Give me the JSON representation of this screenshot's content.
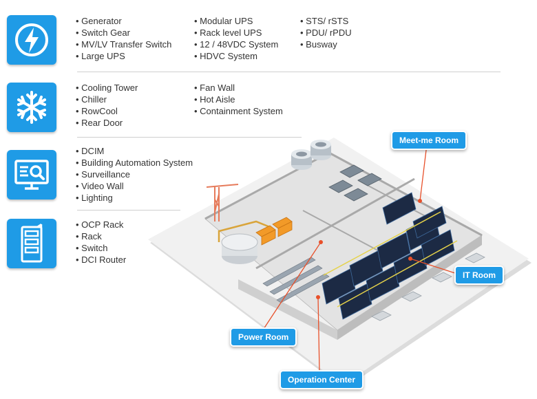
{
  "categories": [
    {
      "icon": "lightning-icon",
      "columns": [
        [
          "Generator",
          "Switch Gear",
          "MV/LV Transfer Switch",
          "Large UPS"
        ],
        [
          "Modular UPS",
          "Rack level UPS",
          "12 / 48VDC System",
          "HDVC System"
        ],
        [
          "STS/ rSTS",
          "PDU/ rPDU",
          "Busway"
        ]
      ]
    },
    {
      "icon": "snowflake-icon",
      "columns": [
        [
          "Cooling Tower",
          "Chiller",
          "RowCool",
          "Rear Door"
        ],
        [
          "Fan Wall",
          "Hot Aisle",
          "Containment System"
        ]
      ]
    },
    {
      "icon": "monitor-search-icon",
      "columns": [
        [
          "DCIM",
          "Building Automation System",
          "Surveillance",
          "Video Wall",
          "Lighting"
        ]
      ]
    },
    {
      "icon": "server-rack-icon",
      "columns": [
        [
          "OCP Rack",
          "Rack",
          "Switch",
          "DCI Router"
        ]
      ]
    }
  ],
  "callouts": {
    "meet_me_room": "Meet-me Room",
    "it_room": "IT Room",
    "power_room": "Power Room",
    "operation_center": "Operation Center"
  },
  "colors": {
    "accent": "#1f9be6",
    "callout_line": "#e8502a",
    "rack": "#1c2a44",
    "floor": "#e9e9e9"
  }
}
